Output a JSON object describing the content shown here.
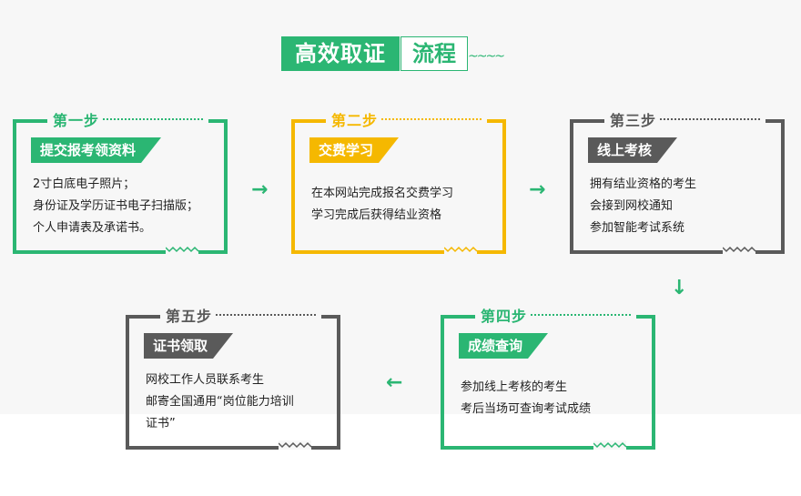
{
  "title": {
    "part1": "高效取证",
    "part2": "流程",
    "wave": "~~~~"
  },
  "colors": {
    "green": "#2bb673",
    "yellow": "#f5b800",
    "gray": "#5a5a5a"
  },
  "steps": [
    {
      "label": "第一步",
      "tag": "提交报考领资料",
      "lines": [
        "2寸白底电子照片；",
        "身份证及学历证书电子扫描版；",
        "个人申请表及承诺书。"
      ]
    },
    {
      "label": "第二步",
      "tag": "交费学习",
      "lines": [
        "在本网站完成报名交费学习",
        "学习完成后获得结业资格"
      ]
    },
    {
      "label": "第三步",
      "tag": "线上考核",
      "lines": [
        "拥有结业资格的考生",
        "会接到网校通知",
        "参加智能考试系统"
      ]
    },
    {
      "label": "第四步",
      "tag": "成绩查询",
      "lines": [
        "参加线上考核的考生",
        "考后当场可查询考试成绩"
      ]
    },
    {
      "label": "第五步",
      "tag": "证书领取",
      "lines": [
        "网校工作人员联系考生",
        "邮寄全国通用“岗位能力培训",
        "证书”"
      ]
    }
  ],
  "arrows": {
    "right": "→",
    "down": "↓",
    "left": "←"
  }
}
